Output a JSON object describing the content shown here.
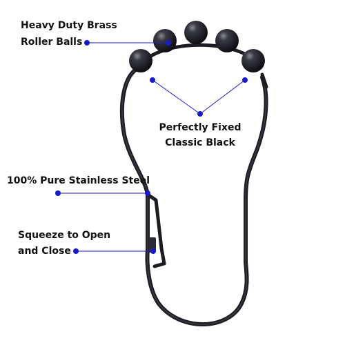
{
  "colors": {
    "background": "#ffffff",
    "hook": "#1c1c22",
    "annotation": "#1a1acc",
    "text": "#111111"
  },
  "callouts": {
    "brass_rollers": {
      "line1": "Heavy Duty Brass",
      "line2": "Roller Balls"
    },
    "fixed_black": {
      "line1": "Perfectly Fixed",
      "line2": "Classic Black"
    },
    "stainless": {
      "line1": "100% Pure Stainless Steel"
    },
    "squeeze": {
      "line1": "Squeeze to Open",
      "line2": "and Close"
    }
  }
}
